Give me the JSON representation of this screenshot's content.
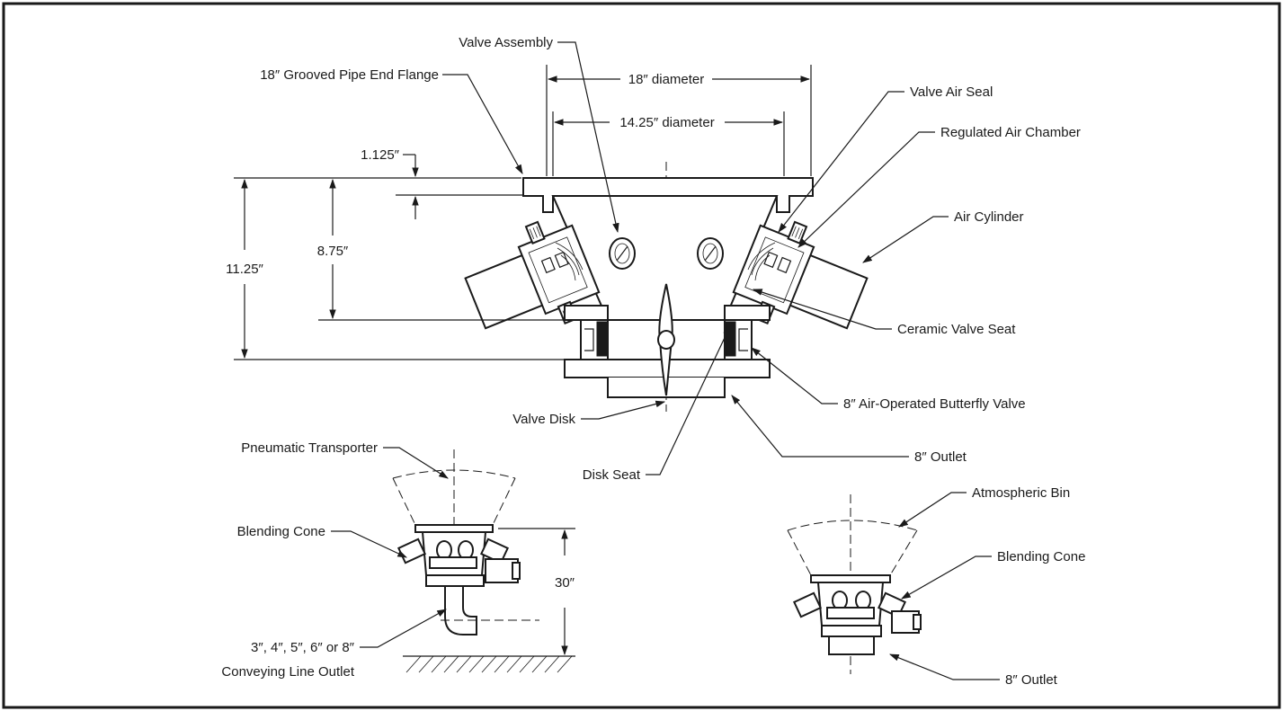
{
  "labels": {
    "valve_assembly": "Valve Assembly",
    "flange": "18″ Grooved Pipe End Flange",
    "dia_18": "18″ diameter",
    "dia_14": "14.25″ diameter",
    "valve_air_seal": "Valve Air Seal",
    "regulated_air_chamber": "Regulated Air Chamber",
    "air_cylinder": "Air Cylinder",
    "ceramic_valve_seat": "Ceramic Valve Seat",
    "butterfly_valve": "8″ Air-Operated Butterfly Valve",
    "outlet_top": "8″ Outlet",
    "disk_seat": "Disk Seat",
    "valve_disk": "Valve Disk",
    "dim_1125": "1.125″",
    "dim_875": "8.75″",
    "dim_1125_total": "11.25″",
    "pneumatic_transporter": "Pneumatic Transporter",
    "blending_cone_left": "Blending Cone",
    "dim_30": "30″",
    "conveying_line_1": "3″, 4″, 5″, 6″ or 8″",
    "conveying_line_2": "Conveying Line Outlet",
    "atmospheric_bin": "Atmospheric Bin",
    "blending_cone_right": "Blending Cone",
    "outlet_bottom": "8″ Outlet"
  }
}
